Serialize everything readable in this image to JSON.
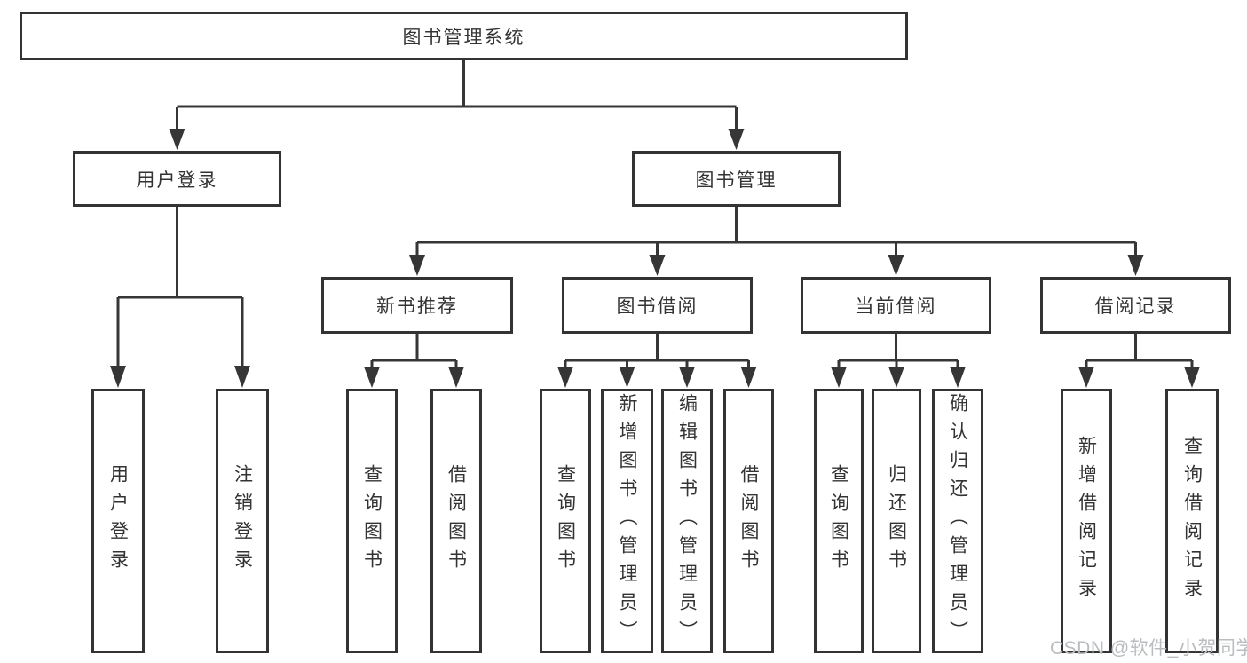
{
  "colors": {
    "background": "#ffffff",
    "line": "#363636",
    "box_border": "#333333",
    "text": "#333333",
    "watermark": "#b9bdc0"
  },
  "diagram": {
    "root": {
      "label": "图书管理系统"
    },
    "level2": [
      {
        "label": "用户登录"
      },
      {
        "label": "图书管理"
      }
    ],
    "level3": [
      {
        "label": "新书推荐"
      },
      {
        "label": "图书借阅"
      },
      {
        "label": "当前借阅"
      },
      {
        "label": "借阅记录"
      }
    ],
    "level4": [
      {
        "label": "用户登录"
      },
      {
        "label": "注销登录"
      },
      {
        "label": "查询图书"
      },
      {
        "label": "借阅图书"
      },
      {
        "label": "查询图书"
      },
      {
        "label": "新增图书（管理员）"
      },
      {
        "label": "编辑图书（管理员）"
      },
      {
        "label": "借阅图书"
      },
      {
        "label": "查询图书"
      },
      {
        "label": "归还图书"
      },
      {
        "label": "确认归还（管理员）"
      },
      {
        "label": "新增借阅记录"
      },
      {
        "label": "查询借阅记录"
      }
    ]
  },
  "watermark": {
    "text": "CSDN @软件_小贺同学"
  }
}
